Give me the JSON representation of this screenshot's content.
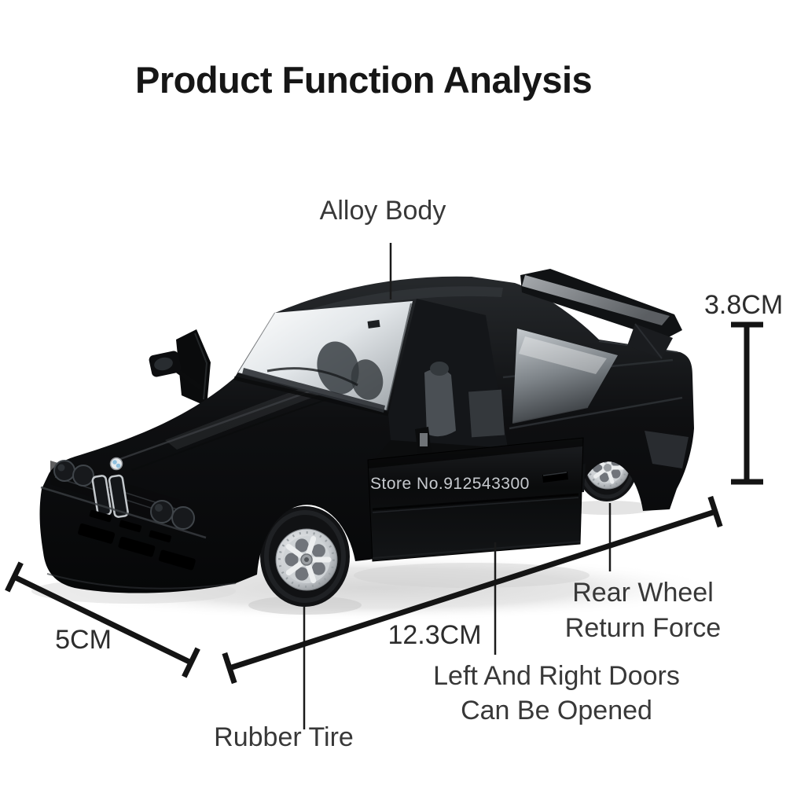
{
  "title": "Product Function Analysis",
  "watermark": "Store No.912543300",
  "subject": "Black diecast model sports car, front-left view, both doors open, rear spoiler",
  "labels": {
    "alloy_body": "Alloy Body",
    "rubber_tire": "Rubber Tire",
    "rear_wheel_line1": "Rear Wheel",
    "rear_wheel_line2": "Return Force",
    "doors_line1": "Left And Right Doors",
    "doors_line2": "Can Be Opened"
  },
  "dimensions": {
    "height": "3.8CM",
    "length": "12.3CM",
    "width": "5CM"
  },
  "colors": {
    "background": "#ffffff",
    "title_text": "#161616",
    "label_text": "#383838",
    "annotation_line": "#141414",
    "car_body": "#0e0f11",
    "wheel_silver": "#cfd3d6",
    "badge_blue": "#8fc0de",
    "watermark_text": "#e6eaee"
  }
}
